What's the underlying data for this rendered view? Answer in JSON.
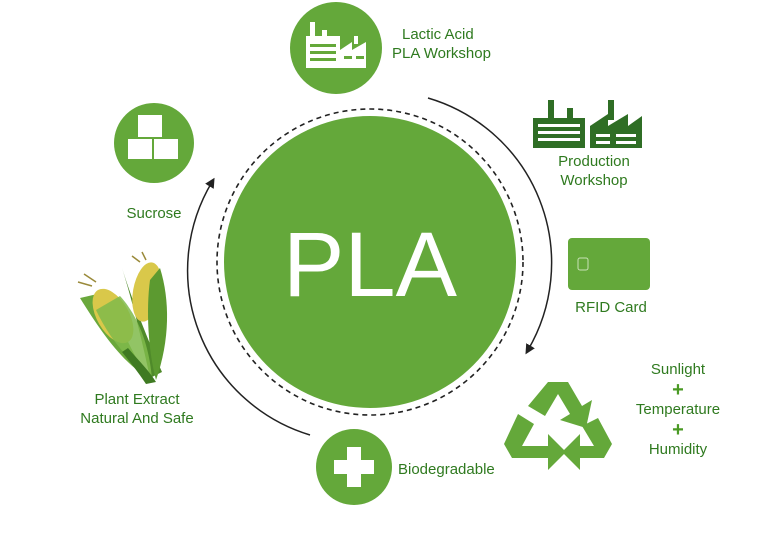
{
  "center": {
    "label": "PLA"
  },
  "nodes": {
    "lactic": {
      "line1": "Lactic Acid",
      "line2": "PLA Workshop"
    },
    "production": {
      "line1": "Production",
      "line2": "Workshop"
    },
    "rfid": {
      "label": "RFID Card"
    },
    "conditions": {
      "line1": "Sunlight",
      "line2": "Temperature",
      "line3": "Humidity",
      "joiner": "+"
    },
    "biodegradable": {
      "label": "Biodegradable"
    },
    "plant": {
      "line1": "Plant Extract",
      "line2": "Natural And Safe"
    },
    "sucrose": {
      "label": "Sucrose"
    }
  },
  "colors": {
    "primary_green": "#64a83a",
    "dark_green": "#2f6e25",
    "text_green": "#2f7a1f",
    "corn_yellow": "#d9c84a"
  },
  "icons": [
    "factory-icon",
    "factory-icon",
    "rfid-card-icon",
    "recycle-icon",
    "plus-icon",
    "corn-icon",
    "sugar-cubes-icon"
  ]
}
